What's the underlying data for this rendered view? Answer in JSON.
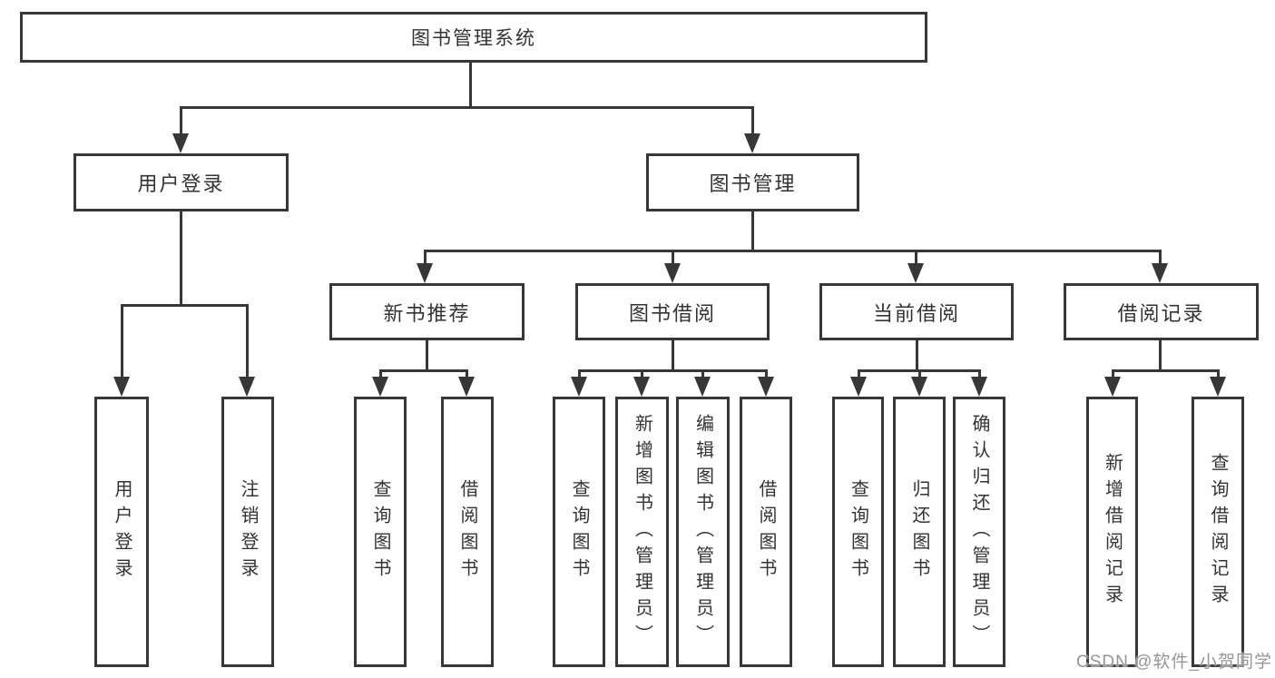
{
  "tree": {
    "root": "图书管理系统",
    "children": [
      {
        "label": "用户登录",
        "children": [
          {
            "label": "用户登录"
          },
          {
            "label": "注销登录"
          }
        ]
      },
      {
        "label": "图书管理",
        "children": [
          {
            "label": "新书推荐",
            "children": [
              {
                "label": "查询图书"
              },
              {
                "label": "借阅图书"
              }
            ]
          },
          {
            "label": "图书借阅",
            "children": [
              {
                "label": "查询图书"
              },
              {
                "label": "新增图书（管理员）"
              },
              {
                "label": "编辑图书（管理员）"
              },
              {
                "label": "借阅图书"
              }
            ]
          },
          {
            "label": "当前借阅",
            "children": [
              {
                "label": "查询图书"
              },
              {
                "label": "归还图书"
              },
              {
                "label": "确认归还（管理员）"
              }
            ]
          },
          {
            "label": "借阅记录",
            "children": [
              {
                "label": "新增借阅记录"
              },
              {
                "label": "查询借阅记录"
              }
            ]
          }
        ]
      }
    ]
  },
  "watermark": {
    "text": "CSDN @软件_小贺同学"
  },
  "colors": {
    "line": "#373737",
    "text": "#333333",
    "background": "#ffffff",
    "watermark": "#969696"
  }
}
